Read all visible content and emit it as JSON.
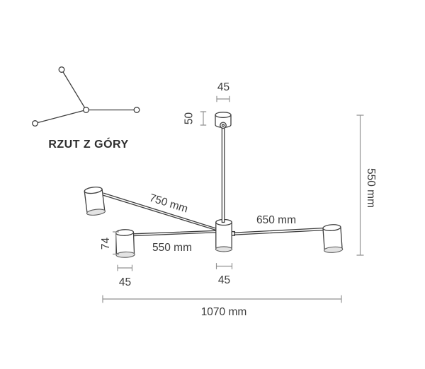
{
  "top_view": {
    "label": "RZUT Z GÓRY"
  },
  "dimensions": {
    "canopy_width": "45",
    "canopy_height": "50",
    "drop_height": "550 mm",
    "arm_long": "750 mm",
    "arm_short": "550 mm",
    "arm_right": "650 mm",
    "head_height": "74",
    "head_width": "45",
    "hub_width": "45",
    "total_width": "1070 mm"
  },
  "colors": {
    "drawing_stroke": "#3f3f3f",
    "dimension_stroke": "#909090",
    "text": "#3b3b3b",
    "background": "#ffffff"
  }
}
